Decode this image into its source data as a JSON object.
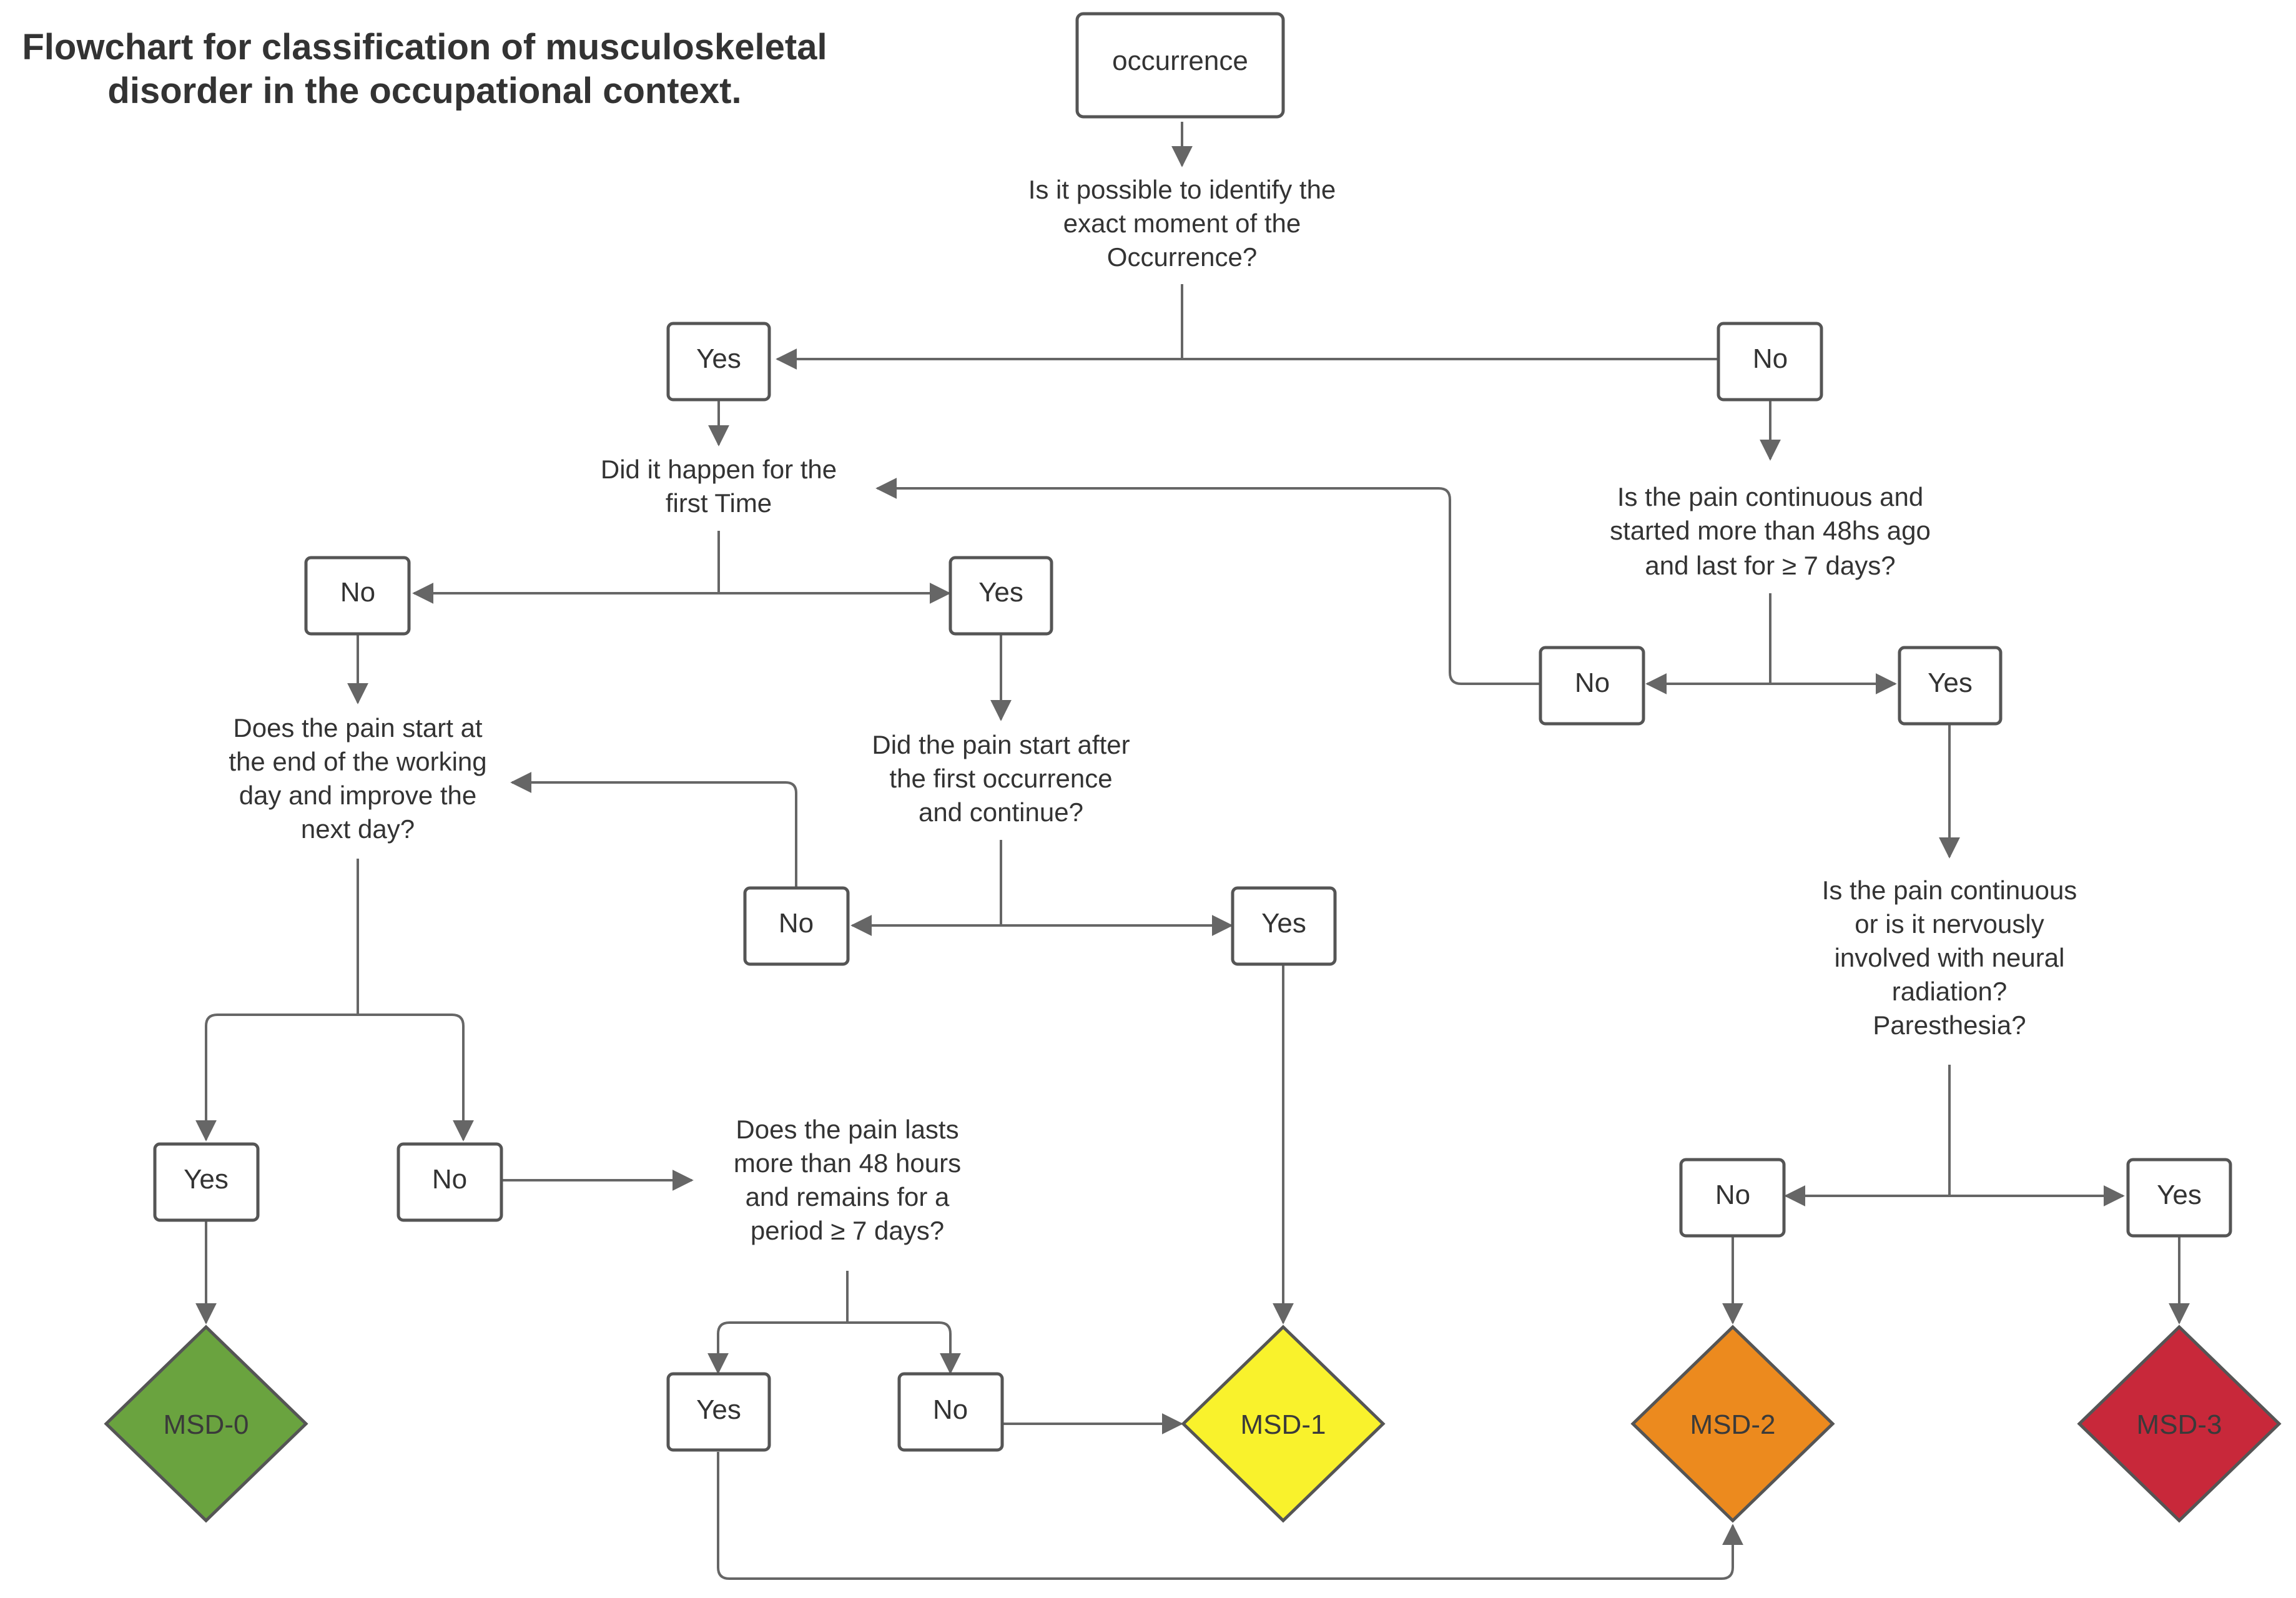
{
  "title": {
    "line1": "Flowchart for classification of musculoskeletal",
    "line2": "disorder in the occupational context."
  },
  "nodes": {
    "start": "occurrence",
    "yes_label": "Yes",
    "no_label": "No"
  },
  "questions": {
    "q_moment": [
      "Is it possible to identify the",
      "exact moment of the",
      "Occurrence?"
    ],
    "q_first_time": [
      "Did it happen for the",
      "first Time"
    ],
    "q_continuous": [
      "Is the pain continuous and",
      "started more than 48hs ago",
      "and last for ≥ 7 days?"
    ],
    "q_end_of_day": [
      "Does the pain start at",
      "the end of the working",
      "day and improve the",
      "next day?"
    ],
    "q_after_first": [
      "Did the pain start after",
      "the first occurrence",
      "and continue?"
    ],
    "q_nervous": [
      "Is the pain continuous",
      "or is it nervously",
      "involved with neural",
      "radiation?",
      "Paresthesia?"
    ],
    "q_lasts": [
      "Does the pain lasts",
      "more than 48 hours",
      "and remains for a",
      "period ≥ 7 days?"
    ]
  },
  "outcomes": {
    "msd0": {
      "label": "MSD-0",
      "color": "#6aa33f"
    },
    "msd1": {
      "label": "MSD-1",
      "color": "#f9f22c"
    },
    "msd2": {
      "label": "MSD-2",
      "color": "#ec8a1e"
    },
    "msd3": {
      "label": "MSD-3",
      "color": "#c8283a"
    }
  },
  "colors": {
    "stroke": "#555555",
    "connector": "#666666",
    "text": "#333333"
  }
}
